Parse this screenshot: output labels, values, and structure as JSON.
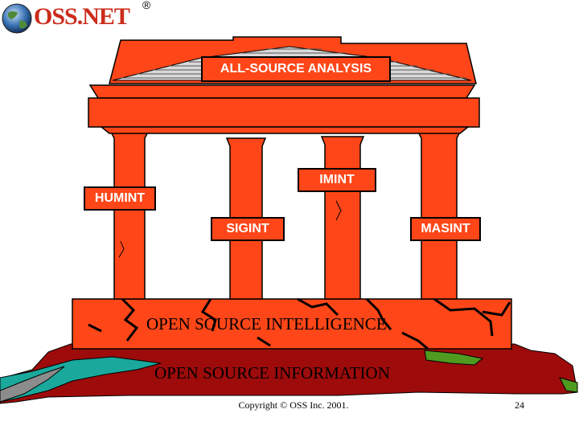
{
  "logo": {
    "text": "OSS.NET",
    "registered": "®"
  },
  "temple": {
    "pediment_label": "ALL-SOURCE ANALYSIS",
    "pillar_labels": {
      "humint": "HUMINT",
      "imint": "IMINT",
      "sigint": "SIGINT",
      "masint": "MASINT"
    },
    "foundation_label": "OPEN SOURCE INTELLIGENCE",
    "ground_label": "OPEN SOURCE INFORMATION"
  },
  "footer": {
    "copyright": "Copyright © OSS Inc. 2001.",
    "page_number": "24"
  },
  "colors": {
    "temple_red": "#ff4618",
    "ground_dark_red": "#9e0b0b",
    "water_teal": "#1aa89c",
    "land_green": "#4f9a1f",
    "rock_gray": "#8c8c8c"
  }
}
